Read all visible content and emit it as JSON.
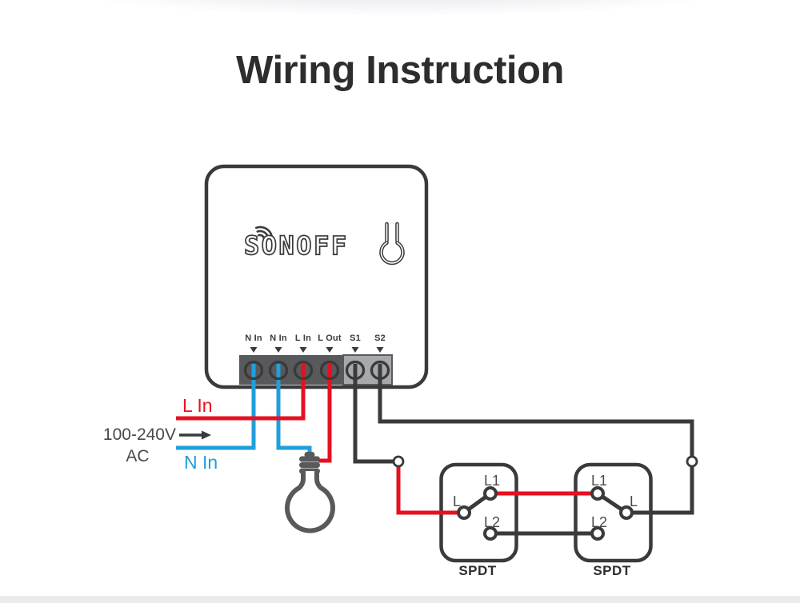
{
  "header": {
    "title": "Wiring Instruction"
  },
  "device": {
    "brand": "SONOFF",
    "terminals": [
      "N In",
      "N In",
      "L In",
      "L Out",
      "S1",
      "S2"
    ]
  },
  "power_source": {
    "line_label": "L In",
    "voltage": "100-240V",
    "current_type": "AC",
    "neutral_label": "N In"
  },
  "switches": [
    {
      "name": "SPDT",
      "l1": "L1",
      "l": "L",
      "l2": "L2"
    },
    {
      "name": "SPDT",
      "l1": "L1",
      "l": "L",
      "l2": "L2"
    }
  ],
  "icons": {
    "wifi": "wifi-signal-icon",
    "touch": "touch-power-icon",
    "bulb": "light-bulb-icon"
  },
  "colors": {
    "line_red": "#e6101f",
    "neutral_blue": "#219fdb",
    "wire_dark": "#3a3a3c",
    "label_gray": "#4a4a4c",
    "block_dark": "#58595b",
    "block_light": "#a7a9ac",
    "title_ink": "#2d2d2f",
    "bottom_strip": "#ebebed"
  }
}
